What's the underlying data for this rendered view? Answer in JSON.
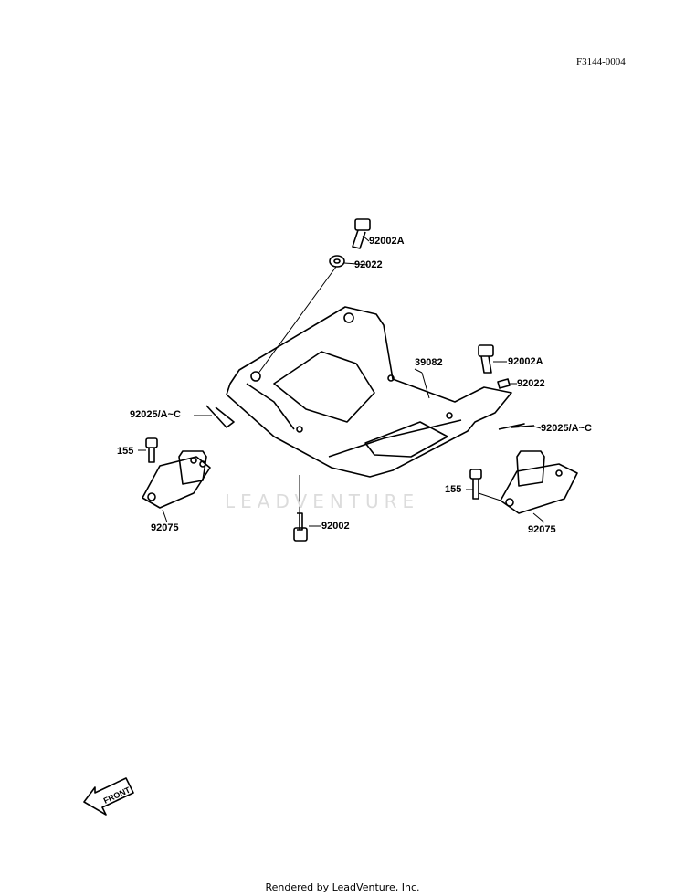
{
  "figure_code": "F3144-0004",
  "watermark": "LEADVENTURE",
  "footer": "Rendered by LeadVenture, Inc.",
  "front_arrow_label": "FRONT",
  "callouts": {
    "bolt_top": "92002A",
    "washer_top": "92022",
    "plate": "39082",
    "bolt_right": "92002A",
    "washer_right": "92022",
    "clip_left": "92025/A~C",
    "clip_right": "92025/A~C",
    "bolt_mount_left": "155",
    "bolt_mount_right": "155",
    "mount_left": "92075",
    "mount_right": "92075",
    "bolt_bottom": "92002"
  }
}
